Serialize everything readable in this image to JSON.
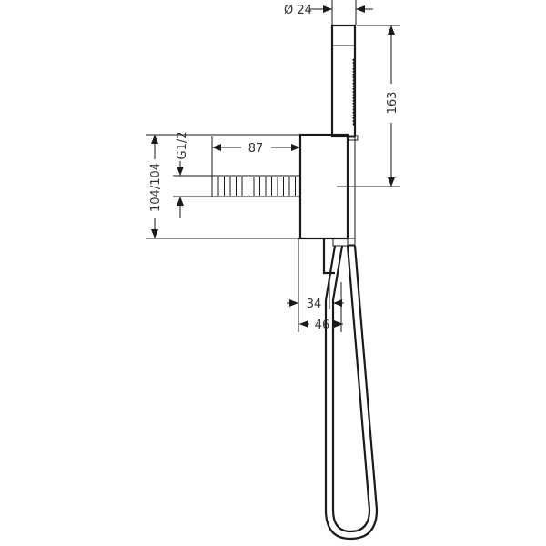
{
  "drawing": {
    "dimensions": {
      "diameter": "Ø 24",
      "handshower_length": "163",
      "pipe_length": "87",
      "thread": "G1/2",
      "height": "104/104",
      "offset_34": "34",
      "offset_46": "46"
    },
    "line_color": "#1a1a1a",
    "background": "#ffffff"
  }
}
